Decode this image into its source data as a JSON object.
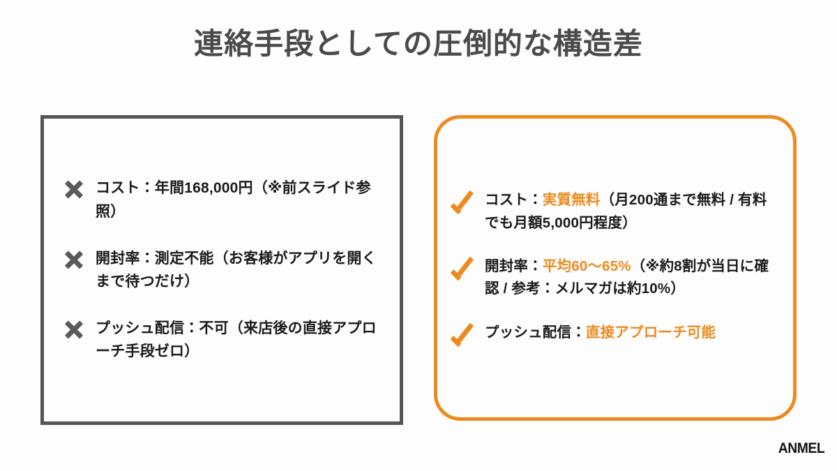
{
  "slide": {
    "title": "連絡手段としての圧倒的な構造差",
    "background_color": "#fdfdfd",
    "title_color": "#4a4a4a",
    "accent_color": "#ec8a1e",
    "negative_color": "#555555"
  },
  "negative_panel": {
    "border_color": "#555555",
    "mark_icon": "x-mark-icon",
    "items": [
      {
        "text": "コスト：年間168,000円（※前スライド参照）"
      },
      {
        "text": "開封率：測定不能（お客様がアプリを開くまで待つだけ）"
      },
      {
        "text": "プッシュ配信：不可（来店後の直接アプローチ手段ゼロ）"
      }
    ]
  },
  "positive_panel": {
    "border_color": "#ec8a1e",
    "mark_icon": "check-mark-icon",
    "items": [
      {
        "prefix": "コスト：",
        "highlight": "実質無料",
        "suffix": "（月200通まで無料 / 有料でも月額5,000円程度）"
      },
      {
        "prefix": "開封率：",
        "highlight": "平均60〜65%",
        "suffix": "（※約8割が当日に確認 / 参考：メルマガは約10%）"
      },
      {
        "prefix": "プッシュ配信：",
        "highlight": "直接アプローチ可能",
        "suffix": ""
      }
    ]
  },
  "footer": {
    "logo_text": "ANMEL"
  }
}
